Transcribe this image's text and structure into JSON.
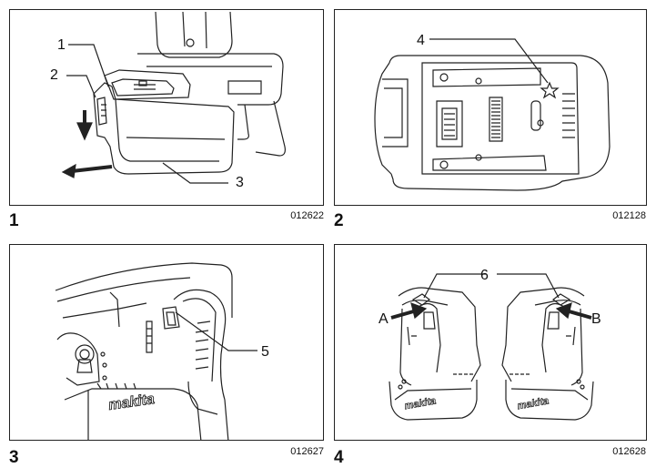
{
  "figures": [
    {
      "number": "1",
      "code": "012622",
      "callouts": [
        "1",
        "2",
        "3"
      ]
    },
    {
      "number": "2",
      "code": "012128",
      "callouts": [
        "4"
      ]
    },
    {
      "number": "3",
      "code": "012627",
      "callouts": [
        "5"
      ]
    },
    {
      "number": "4",
      "code": "012628",
      "callouts": [
        "6",
        "A",
        "B"
      ]
    }
  ]
}
